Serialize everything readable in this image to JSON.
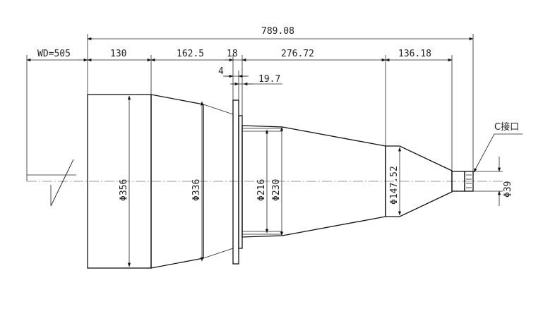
{
  "drawing": {
    "labels": {
      "total_length": "789.08",
      "working_distance": "WD=505",
      "seg_130": "130",
      "seg_162_5": "162.5",
      "seg_18": "18",
      "seg_4": "4",
      "seg_19_7": "19.7",
      "seg_276_72": "276.72",
      "seg_136_18": "136.18",
      "dia_356": "Φ356",
      "dia_336": "Φ336",
      "dia_216": "Φ216",
      "dia_230": "Φ230",
      "dia_147_52": "Φ147.52",
      "dia_39": "Φ39",
      "c_mount": "C接口"
    }
  }
}
